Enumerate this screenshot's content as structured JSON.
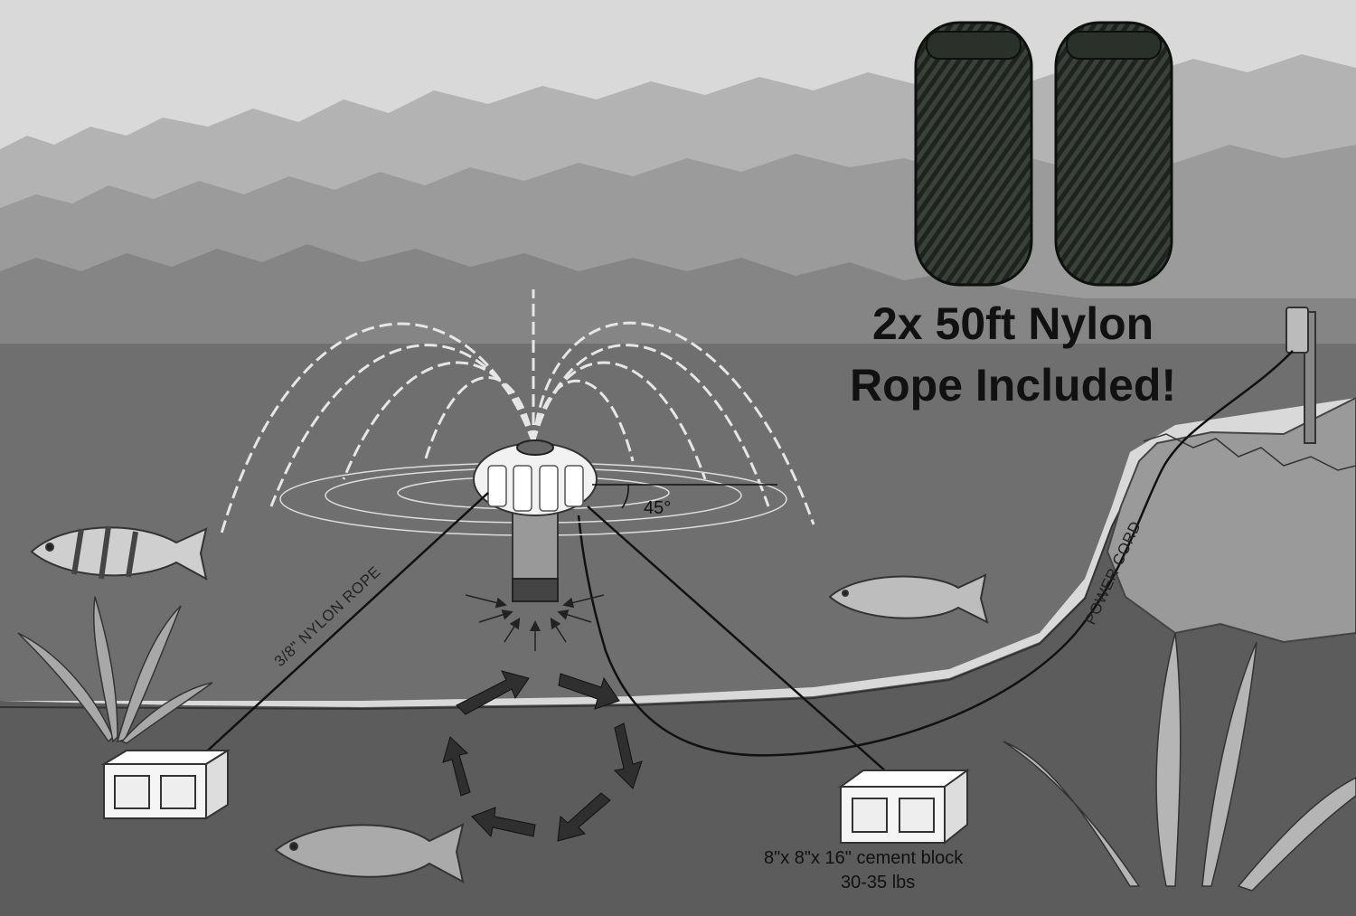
{
  "headline": {
    "line1": "2x 50ft Nylon",
    "line2": "Rope Included!"
  },
  "labels": {
    "angle": "45°",
    "rope": "3/8\" NYLON ROPE",
    "power_cord": "POWER CORD",
    "block_line1": "8\"x 8\"x 16\" cement block",
    "block_line2": "30-35 lbs"
  },
  "colors": {
    "sky": "#d9d9d9",
    "trees_far": "#b3b3b3",
    "trees_mid": "#9b9b9b",
    "trees_near": "#858585",
    "water": "#6f6f6f",
    "bottom": "#5c5c5c",
    "bank": "#9a9a9a",
    "rope_coil": "#1e231e",
    "arrows": "#2f2f2f",
    "spray": "#e6e6e6"
  }
}
